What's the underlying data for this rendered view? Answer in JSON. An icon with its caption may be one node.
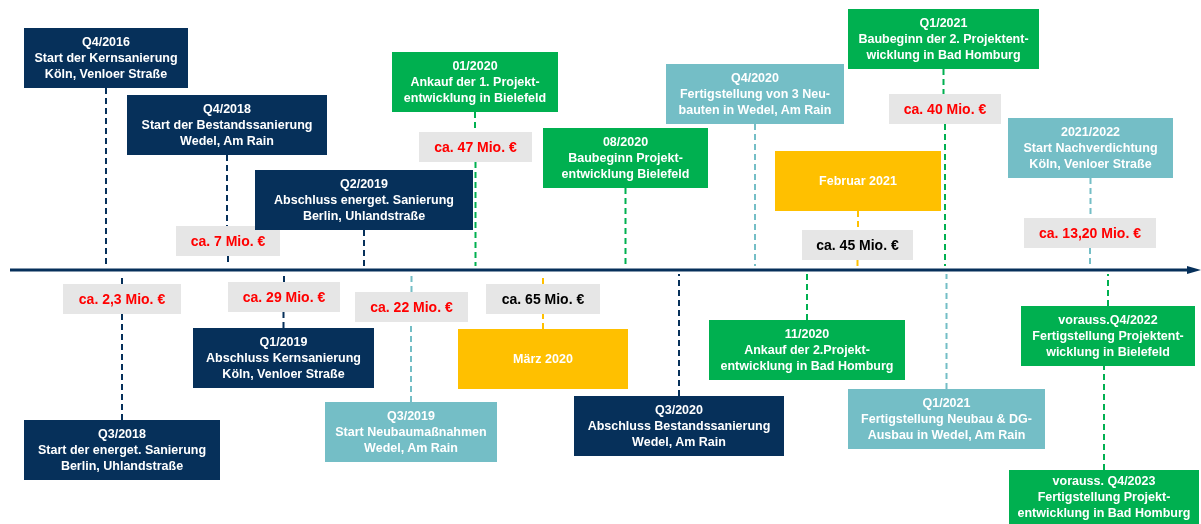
{
  "diagram": {
    "nodes": [
      {
        "text": [
          "Q4/2016",
          "Start der Kernsanierung Köln, Venloer Straße"
        ]
      },
      {
        "text": [
          "Q4/2018",
          "Start der Bestandssanierung Wedel, Am Rain"
        ]
      },
      {
        "text": [
          "ca. 7 Mio. €"
        ]
      },
      {
        "text": [
          "Q2/2019",
          "Abschluss energet. Sanierung Berlin, Uhlandstraße"
        ]
      },
      {
        "text": [
          "01/2020",
          "Ankauf der 1. Projekt-entwicklung in Bielefeld"
        ]
      },
      {
        "text": [
          "ca. 47 Mio. €"
        ]
      },
      {
        "text": [
          "08/2020",
          "Baubeginn Projekt-entwicklung Bielefeld"
        ]
      },
      {
        "text": [
          "Q4/2020",
          "Fertigstellung von 3 Neu-bauten in Wedel, Am Rain"
        ]
      },
      {
        "text": [
          "Februar 2021"
        ]
      },
      {
        "text": [
          "ca. 45 Mio. €"
        ]
      },
      {
        "text": [
          "Q1/2021",
          "Baubeginn der 2. Projektent-wicklung in Bad Homburg"
        ]
      },
      {
        "text": [
          "ca. 40 Mio. €"
        ]
      },
      {
        "text": [
          "2021/2022",
          "Start Nachverdichtung Köln, Venloer Straße"
        ]
      },
      {
        "text": [
          "ca. 13,20 Mio. €"
        ]
      },
      {
        "text": [
          "ca. 2,3 Mio. €"
        ]
      },
      {
        "text": [
          "Q3/2018",
          "Start der energet. Sanierung Berlin, Uhlandstraße"
        ]
      },
      {
        "text": [
          "ca. 29 Mio. €"
        ]
      },
      {
        "text": [
          "Q1/2019",
          "Abschluss Kernsanierung Köln, Venloer Straße"
        ]
      },
      {
        "text": [
          "ca. 22 Mio. €"
        ]
      },
      {
        "text": [
          "Q3/2019",
          "Start Neubaumaßnahmen Wedel, Am Rain"
        ]
      },
      {
        "text": [
          "ca. 65 Mio. €"
        ]
      },
      {
        "text": [
          "März 2020"
        ]
      },
      {
        "text": [
          "Q3/2020",
          "Abschluss Bestandssanierung Wedel, Am Rain"
        ]
      },
      {
        "text": [
          "11/2020",
          "Ankauf der 2.Projekt-entwicklung in Bad Homburg"
        ]
      },
      {
        "text": [
          "Q1/2021",
          "Fertigstellung Neubau & DG-Ausbau in Wedel, Am Rain"
        ]
      },
      {
        "text": [
          "vorauss.Q4/2022",
          "Fertigstellung Projektent-wicklung in Bielefeld"
        ]
      },
      {
        "text": [
          "vorauss. Q4/2023",
          "Fertigstellung Projekt-entwicklung in Bad Homburg"
        ]
      },
      {
        "text": [],
        "shape": "bar"
      }
    ],
    "edges": [
      {
        "from": 0,
        "to": 27,
        "arrow": "none",
        "style": "dashed"
      },
      {
        "from": 1,
        "to": 2,
        "arrow": "none",
        "style": "dashed"
      },
      {
        "from": 2,
        "to": 27,
        "arrow": "none",
        "style": "dashed"
      },
      {
        "from": 3,
        "to": 27,
        "arrow": "none",
        "style": "dashed"
      },
      {
        "from": 4,
        "to": 5,
        "arrow": "none",
        "style": "dashed",
        "color": "#00b050"
      },
      {
        "from": 5,
        "to": 27,
        "arrow": "none",
        "style": "dashed",
        "color": "#00b050"
      },
      {
        "from": 6,
        "to": 27,
        "arrow": "none",
        "style": "dashed",
        "color": "#00b050"
      },
      {
        "from": 7,
        "to": 27,
        "arrow": "none",
        "style": "dashed",
        "color": "#74bec6"
      },
      {
        "from": 8,
        "to": 9,
        "arrow": "none",
        "style": "dashed",
        "color": "#ffc000"
      },
      {
        "from": 9,
        "to": 27,
        "arrow": "none",
        "style": "dashed",
        "color": "#ffc000"
      },
      {
        "from": 10,
        "to": 11,
        "arrow": "none",
        "style": "dashed",
        "color": "#00b050"
      },
      {
        "from": 11,
        "to": 27,
        "arrow": "none",
        "style": "dashed",
        "color": "#00b050"
      },
      {
        "from": 12,
        "to": 13,
        "arrow": "none",
        "style": "dashed",
        "color": "#74bec6"
      },
      {
        "from": 13,
        "to": 27,
        "arrow": "none",
        "style": "dashed",
        "color": "#74bec6"
      },
      {
        "from": 15,
        "to": 14,
        "arrow": "none",
        "style": "dashed"
      },
      {
        "from": 14,
        "to": 27,
        "arrow": "none",
        "style": "dashed"
      },
      {
        "from": 17,
        "to": 16,
        "arrow": "none",
        "style": "dashed"
      },
      {
        "from": 16,
        "to": 27,
        "arrow": "none",
        "style": "dashed"
      },
      {
        "from": 19,
        "to": 18,
        "arrow": "none",
        "style": "dashed",
        "color": "#74bec6"
      },
      {
        "from": 18,
        "to": 27,
        "arrow": "none",
        "style": "dashed",
        "color": "#74bec6"
      },
      {
        "from": 21,
        "to": 20,
        "arrow": "none",
        "style": "dashed",
        "color": "#ffc000"
      },
      {
        "from": 20,
        "to": 27,
        "arrow": "none",
        "style": "dashed",
        "color": "#ffc000"
      },
      {
        "from": 22,
        "to": 27,
        "arrow": "none",
        "style": "dashed"
      },
      {
        "from": 23,
        "to": 27,
        "arrow": "none",
        "style": "dashed",
        "color": "#00b050"
      },
      {
        "from": 24,
        "to": 27,
        "arrow": "none",
        "style": "dashed",
        "color": "#74bec6"
      },
      {
        "from": 26,
        "to": 25,
        "arrow": "none",
        "style": "dashed",
        "color": "#00b050"
      },
      {
        "from": 25,
        "to": 27,
        "arrow": "none",
        "style": "dashed",
        "color": "#00b050"
      }
    ]
  }
}
